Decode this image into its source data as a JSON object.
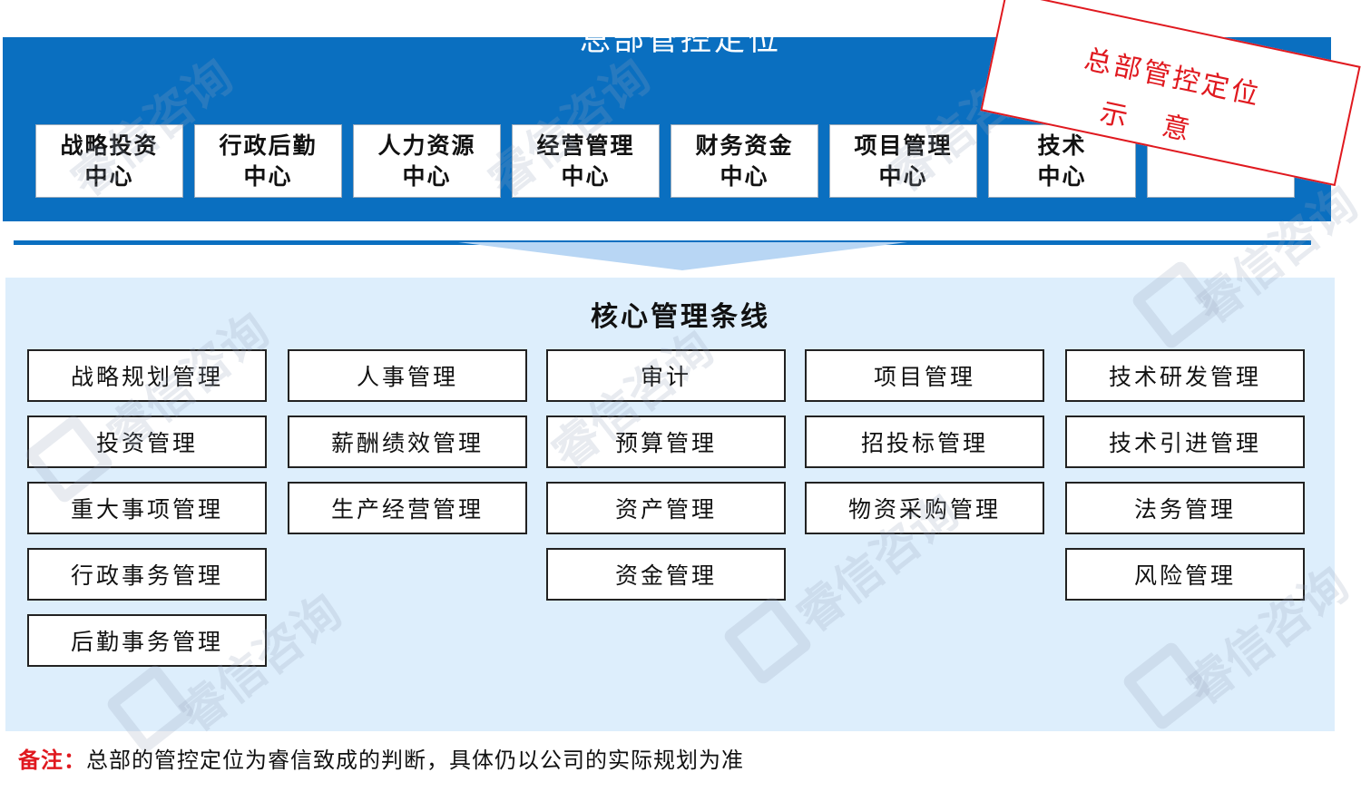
{
  "header": {
    "title": "总部管控定位",
    "centers": [
      {
        "line1": "战略投资",
        "line2": "中心"
      },
      {
        "line1": "行政后勤",
        "line2": "中心"
      },
      {
        "line1": "人力资源",
        "line2": "中心"
      },
      {
        "line1": "经营管理",
        "line2": "中心"
      },
      {
        "line1": "财务资金",
        "line2": "中心"
      },
      {
        "line1": "项目管理",
        "line2": "中心"
      },
      {
        "line1": "技术",
        "line2": "中心"
      },
      {
        "line1": "",
        "line2": ""
      }
    ]
  },
  "core": {
    "title": "核心管理条线",
    "columns": [
      [
        "战略规划管理",
        "投资管理",
        "重大事项管理",
        "行政事务管理",
        "后勤事务管理"
      ],
      [
        "人事管理",
        "薪酬绩效管理",
        "生产经营管理"
      ],
      [
        "审计",
        "预算管理",
        "资产管理",
        "资金管理"
      ],
      [
        "项目管理",
        "招投标管理",
        "物资采购管理"
      ],
      [
        "技术研发管理",
        "技术引进管理",
        "法务管理",
        "风险管理"
      ]
    ]
  },
  "stamp": {
    "line1": "总部管控定位",
    "line2": "示意"
  },
  "note": {
    "label": "备注：",
    "text": "总部的管控定位为睿信致成的判断，具体仍以公司的实际规划为准"
  },
  "watermark": {
    "text": "睿信咨询"
  },
  "colors": {
    "header_blue": "#0a6fc0",
    "core_bg": "#ddeefc",
    "stamp_red": "#e0191f",
    "arrow_light": "#b8d6f4"
  }
}
